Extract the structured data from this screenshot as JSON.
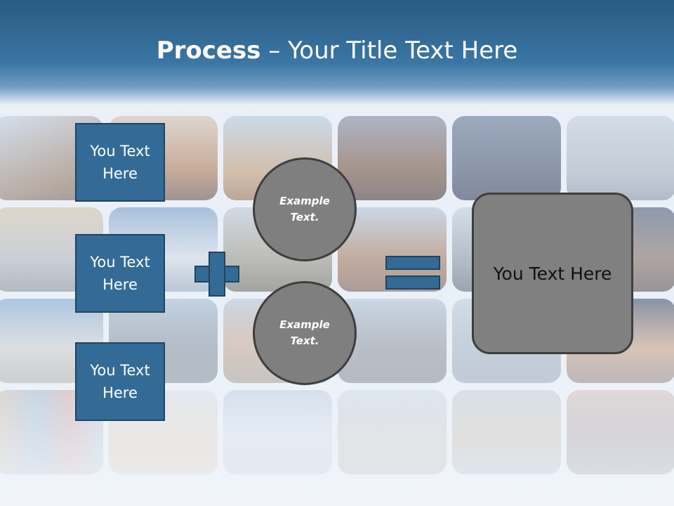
{
  "slide": {
    "title_bold": "Process",
    "title_rest": " – Your Title Text Here"
  },
  "boxes": [
    {
      "label": "You Text Here"
    },
    {
      "label": "You Text Here"
    },
    {
      "label": "You Text Here"
    }
  ],
  "circles": [
    {
      "label": "Example Text."
    },
    {
      "label": "Example Text."
    }
  ],
  "result": {
    "label": "You Text Here"
  },
  "colors": {
    "banner": "#2a5b82",
    "box_fill": "#336b96",
    "box_border": "#1d4563",
    "circle_fill": "#7f7f7f",
    "result_fill": "#808080"
  }
}
